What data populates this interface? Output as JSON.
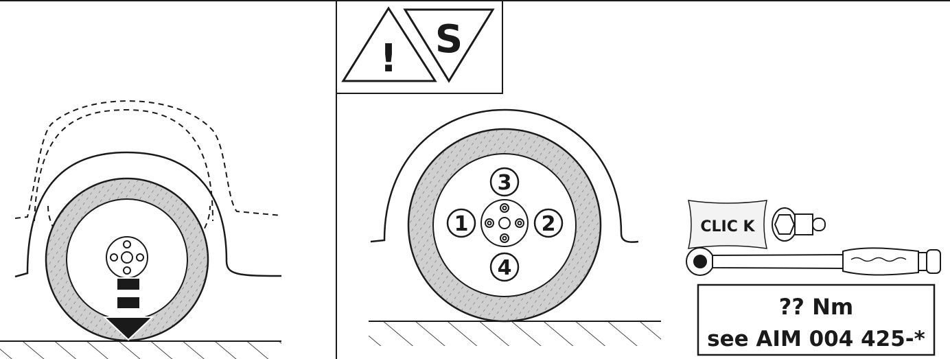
{
  "warning_panel": {
    "symbol_s": "S",
    "symbol_warning": "!"
  },
  "tightening_order": [
    "1",
    "2",
    "3",
    "4"
  ],
  "tool": {
    "click_label": "CLIC K"
  },
  "torque_box": {
    "line1": "?? Nm",
    "line2": "see AIM 004 425-*"
  },
  "colors": {
    "line": "#1a1a1a",
    "tyre": "#cfcfcf",
    "background": "#ffffff"
  }
}
